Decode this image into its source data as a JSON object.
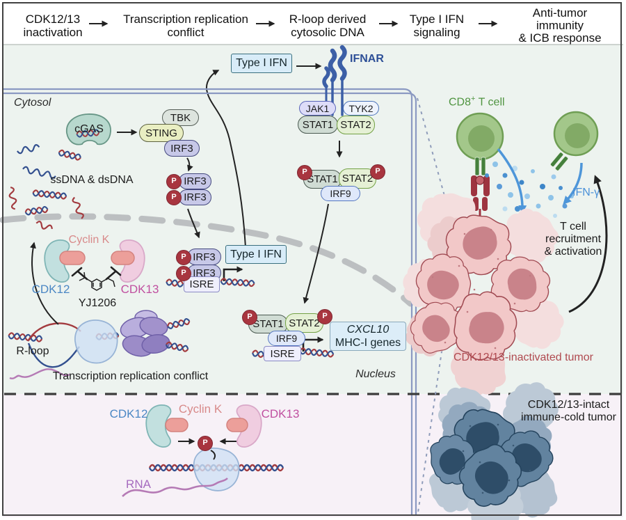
{
  "header": {
    "steps": [
      {
        "label": "CDK12/13 inactivation"
      },
      {
        "label": "Transcription replication conflict"
      },
      {
        "label": "R-loop derived cytosolic DNA"
      },
      {
        "label": "Type I IFN signaling"
      },
      {
        "lines": [
          "Anti-tumor",
          "immunity",
          "& ICB response"
        ]
      }
    ]
  },
  "compartments": {
    "cytosol": "Cytosol",
    "nucleus": "Nucleus"
  },
  "molecules": {
    "cgas": "cGAS",
    "tbk": "TBK",
    "sting": "STING",
    "irf3": "IRF3",
    "phospho": "P",
    "ssdna": "ssDNA & dsDNA",
    "type_i_ifn": "Type I IFN",
    "ifnar": "IFNAR",
    "jak1": "JAK1",
    "tyk2": "TYK2",
    "stat1": "STAT1",
    "stat2": "STAT2",
    "irf9": "IRF9",
    "isre": "ISRE",
    "cxcl10": "CXCL10",
    "mhc": "MHC-I genes",
    "cyclin_k": "Cyclin K",
    "cdk12": "CDK12",
    "cdk13": "CDK13",
    "yj1206": "YJ1206",
    "rloop": "R-loop",
    "trc": "Transcription replication conflict",
    "rna": "RNA"
  },
  "right_panel": {
    "cd8": "CD8",
    "cd8_sup": "+",
    "cd8_suffix": " T cell",
    "ifn_gamma": "IFN-γ",
    "tcell": [
      "T cell",
      "recruitment",
      "& activation"
    ],
    "tumor_inactivated": "CDK12/13-inactivated tumor",
    "tumor_intact": [
      "CDK12/13-intact",
      "immune-cold tumor"
    ]
  },
  "colors": {
    "header_bg": "#ffffff",
    "cytosol_bg": "#edf3ef",
    "nucleus_panel_bg": "#f7f1f7",
    "cell_membrane": "#8b99c2",
    "nuclear_membrane": "#bcbfc1",
    "dna_red": "#a33b3f",
    "dna_blue": "#33508f",
    "phospho_red": "#a8353f",
    "ifn_box_bg": "#d8ecf8",
    "cgas_fill": "#b7d8cd",
    "sting_fill": "#e9eec2",
    "irf3_fill": "#c7c8e8",
    "stat1_fill": "#d0dcd4",
    "stat2_fill": "#e5f0d5",
    "tcell_green": "#a3c78a",
    "cd8_text": "#4f9440",
    "ifn_gamma_blue": "#4a90d8",
    "tumor_pink_fill": "#f2c8c8",
    "tumor_pink_text": "#b04a50",
    "tumor_blue_fill": "#62839f",
    "cdk12_text": "#4b87c4",
    "cdk13_text": "#c050a0",
    "cyclin_k_text": "#d88a8a",
    "rna_purple": "#a66bbf"
  }
}
